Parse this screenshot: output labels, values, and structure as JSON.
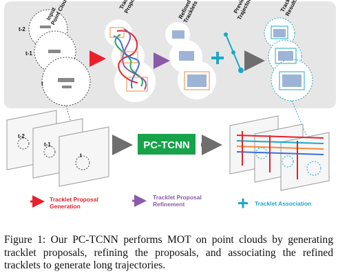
{
  "figure": {
    "stage_labels": {
      "input_point_clouds": [
        "Input",
        "Point Clouds"
      ],
      "tracklet_proposals": [
        "Tracklet",
        "Proposals"
      ],
      "refined_tracklets": [
        "Refined",
        "Tracklets"
      ],
      "previous_trajectories": [
        "Previous",
        "Trajectories"
      ],
      "tracking_results": [
        "Tracking",
        "Results"
      ]
    },
    "frame_labels": [
      "t-2",
      "t-1",
      "t"
    ],
    "bottom_frame_labels": [
      "t-2",
      "t-1",
      "t"
    ],
    "model_box_label": "PC-TCNN",
    "legend": [
      {
        "label": [
          "Tracklet Proposal",
          "Generation"
        ],
        "color": "#e8202a",
        "symbol": "arrow"
      },
      {
        "label": [
          "Tracklet Proposal",
          "Refinement"
        ],
        "color": "#8a5aa8",
        "symbol": "arrow"
      },
      {
        "label": [
          "Tracklet Association"
        ],
        "color": "#1aa8c8",
        "symbol": "plus"
      }
    ],
    "colors": {
      "panel_bg": "#e6e6e6",
      "model_box": "#16a34a",
      "proposal_red": "#e8202a",
      "refine_purple": "#8a5aa8",
      "assoc_cyan": "#1aa8c8",
      "track_green": "#22a85a",
      "box_orange": "#f08a3c"
    }
  },
  "caption": {
    "text": "Figure 1: Our PC-TCNN performs MOT on point clouds by generating tracklet proposals, refining the proposals, and associating the refined tracklets to generate long trajectories."
  }
}
